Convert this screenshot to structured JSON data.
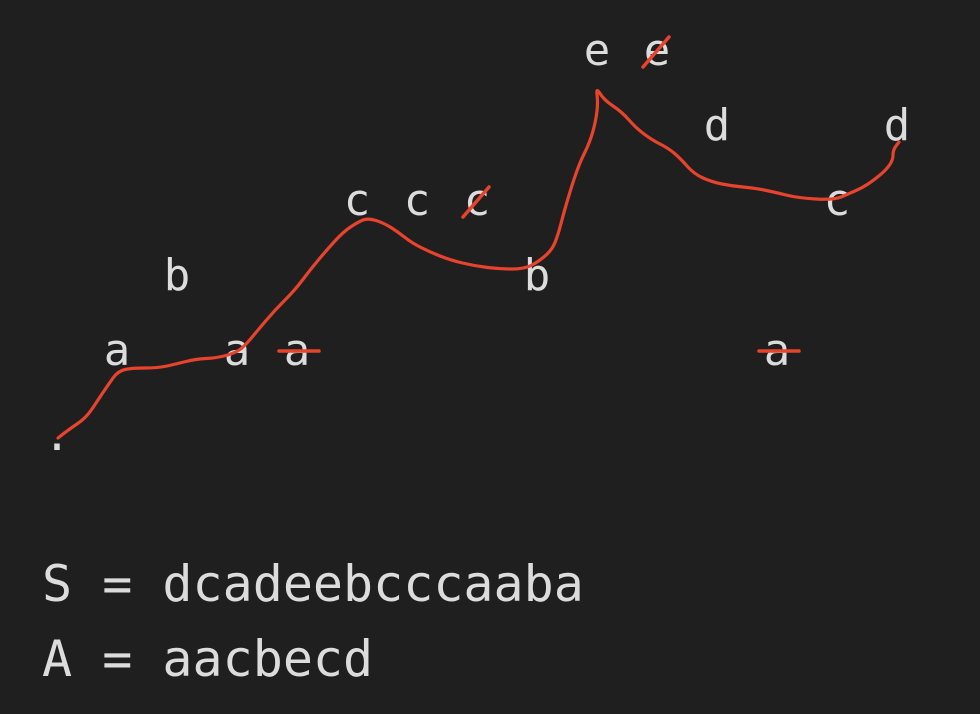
{
  "colors": {
    "background": "#1f1f1f",
    "text": "#dcdcdc",
    "path": "#e8432d"
  },
  "grid": {
    "start_marker": ".",
    "letters": [
      {
        "char": "a",
        "col": 1,
        "row": 1,
        "struck": false
      },
      {
        "char": "b",
        "col": 2,
        "row": 2,
        "struck": false
      },
      {
        "char": "a",
        "col": 3,
        "row": 1,
        "struck": false
      },
      {
        "char": "a",
        "col": 4,
        "row": 1,
        "struck": true
      },
      {
        "char": "c",
        "col": 5,
        "row": 3,
        "struck": false
      },
      {
        "char": "c",
        "col": 6,
        "row": 3,
        "struck": false
      },
      {
        "char": "c",
        "col": 7,
        "row": 3,
        "struck": true
      },
      {
        "char": "b",
        "col": 8,
        "row": 2,
        "struck": false
      },
      {
        "char": "e",
        "col": 9,
        "row": 5,
        "struck": false
      },
      {
        "char": "e",
        "col": 10,
        "row": 5,
        "struck": true
      },
      {
        "char": "d",
        "col": 11,
        "row": 4,
        "struck": false
      },
      {
        "char": "a",
        "col": 12,
        "row": 1,
        "struck": true
      },
      {
        "char": "c",
        "col": 13,
        "row": 3,
        "struck": false
      },
      {
        "char": "d",
        "col": 14,
        "row": 4,
        "struck": false
      }
    ]
  },
  "formulas": {
    "s_line": "S = dcadeebcccaaba",
    "a_line": "A = aacbecd"
  }
}
